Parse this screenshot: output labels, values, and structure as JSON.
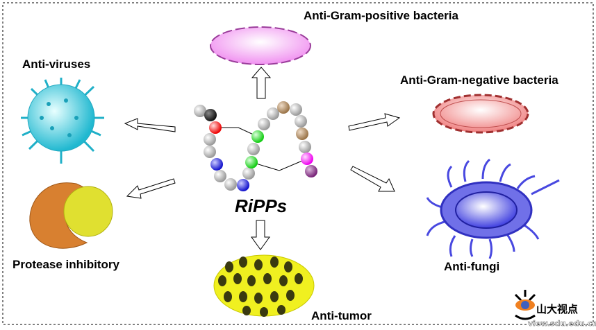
{
  "center": {
    "label": "RiPPs"
  },
  "activities": [
    {
      "label": "Anti-Gram-positive bacteria"
    },
    {
      "label": "Anti-Gram-negative bacteria"
    },
    {
      "label": "Anti-fungi"
    },
    {
      "label": "Anti-tumor"
    },
    {
      "label": "Protease inhibitory"
    },
    {
      "label": "Anti-viruses"
    }
  ],
  "watermark": {
    "text": "山大视点",
    "url_text": "view.sdu.edu.cn"
  },
  "colors": {
    "gram_positive": "#f0a0f0",
    "gram_negative": "#f4a0a0",
    "fungi": "#4a4ae0",
    "tumor": "#f0f020",
    "virus": "#40d8e8",
    "protease": "#d88030"
  }
}
